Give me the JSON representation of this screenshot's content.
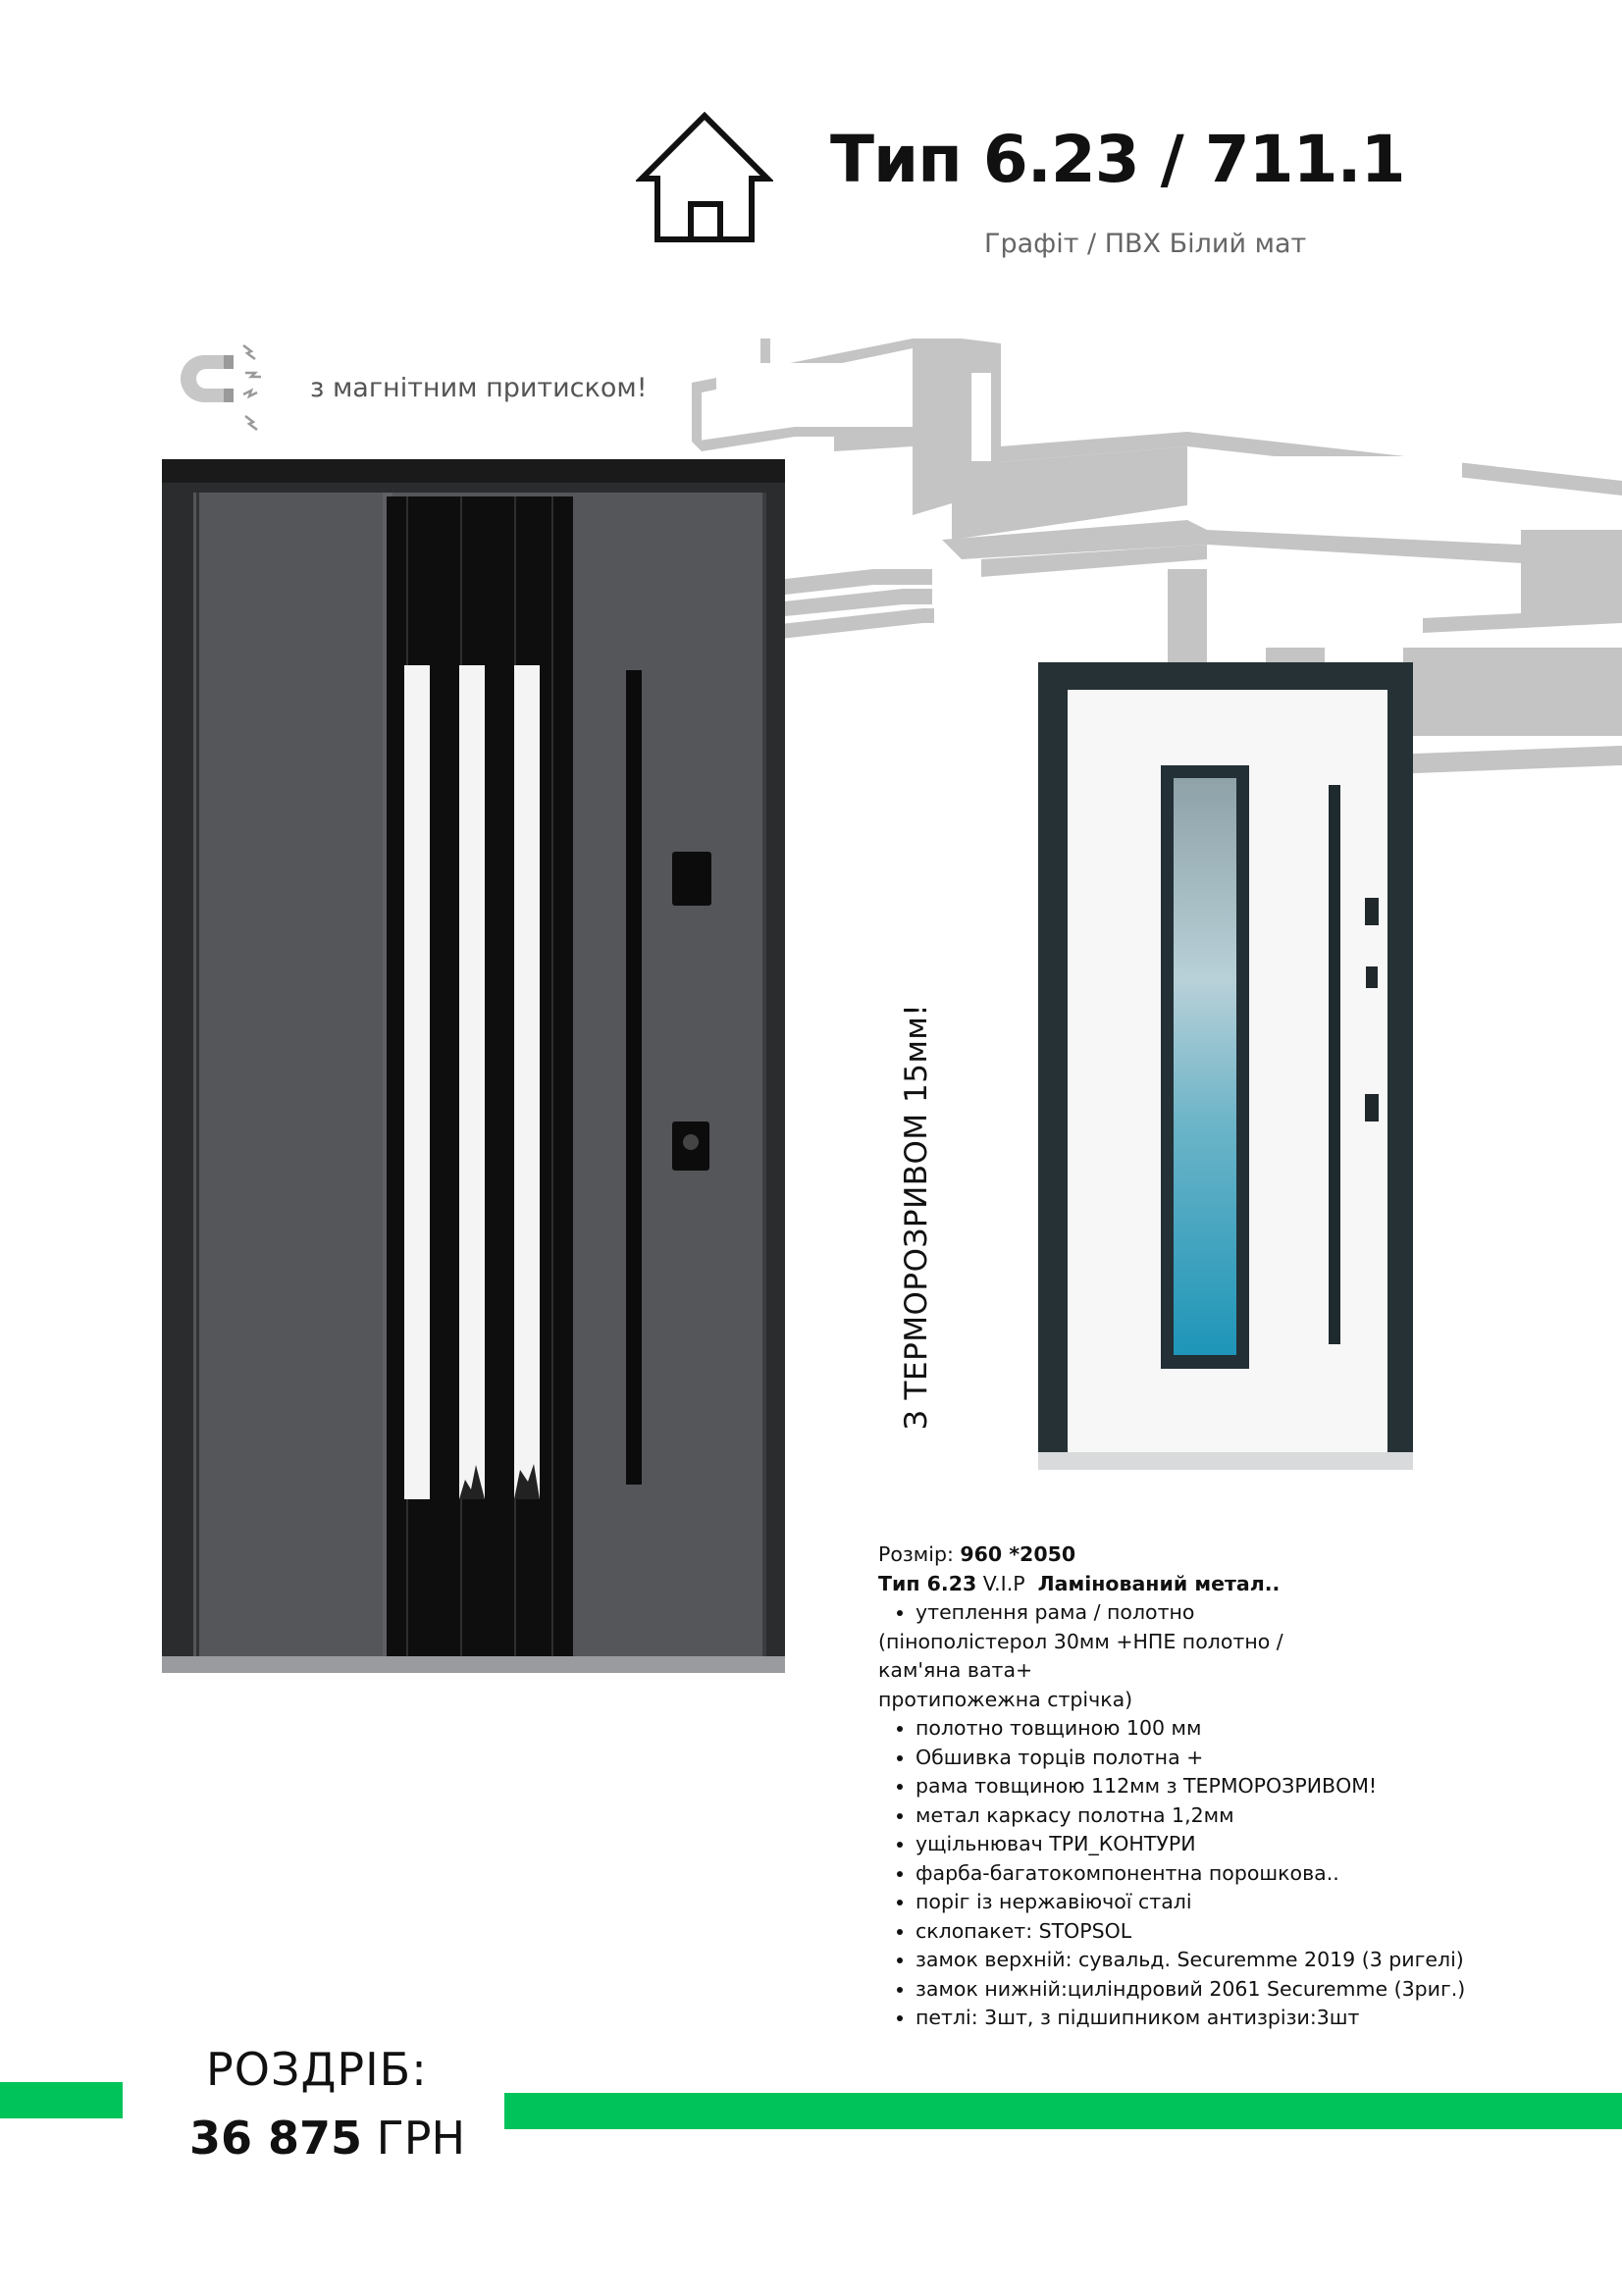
{
  "header": {
    "title": "Тип 6.23 / 711.1",
    "subtitle": "Графіт / ПВХ Білий мат",
    "icon": "house-icon"
  },
  "magnet": {
    "icon": "magnet-icon",
    "text": "з магнітним притиском!"
  },
  "vertical_text": "З ТЕРМОРОЗРИВОМ 15мм!",
  "specs": {
    "size_label": "Розмір: ",
    "size_value": "960 *2050",
    "type_bold": "Тип 6.23",
    "type_mid": " V.I.P  ",
    "type_rest": "Ламінований метал..",
    "insulation_item": "утеплення рама / полотно",
    "insulation_lines": [
      "(пінополістерол 30мм +НПЕ полотно /",
      "кам'яна вата+",
      "протипожежна стрічка)"
    ],
    "items": [
      "полотно товщиною  100 мм",
      "Обшивка торців полотна +",
      "рама товщиною 112мм з ТЕРМОРОЗРИВОМ!",
      "метал каркасу полотна 1,2мм",
      "ущільнювач ТРИ_КОНТУРИ",
      "фарба-багатокомпонентна порошкова..",
      "поріг із нержавіючої сталі",
      "склопакет: STOPSOL",
      "замок верхній: сувальд. Securemme 2019 (3 ригелі)",
      "замок нижній:циліндровий 2061 Securemme (3риг.)",
      "петлі: 3шт, з підшипником антизрізи:3шт"
    ]
  },
  "price": {
    "label": "РОЗДРІБ:",
    "amount": "36 875",
    "currency": " ГРН"
  },
  "colors": {
    "accent_green": "#00c35a",
    "door_graphite": "#4a4b4e",
    "building_gray": "#c4c4c4"
  }
}
